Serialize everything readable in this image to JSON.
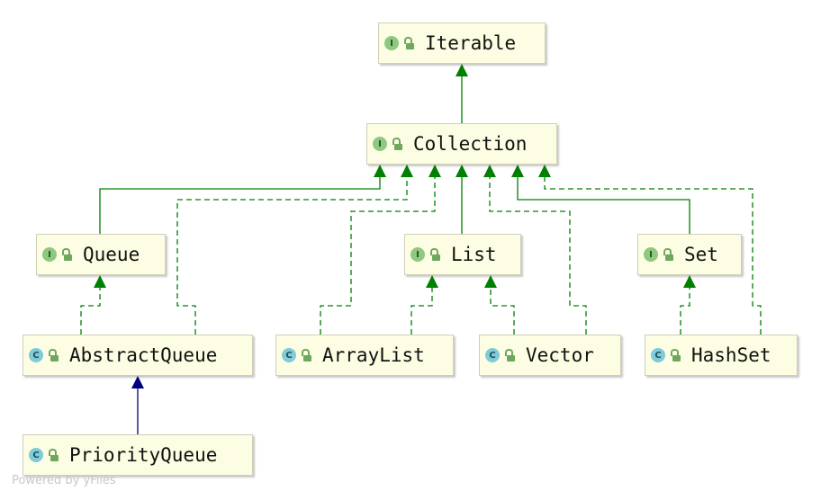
{
  "nodes": {
    "iterable": {
      "label": "Iterable",
      "kind": "I"
    },
    "collection": {
      "label": "Collection",
      "kind": "I"
    },
    "queue": {
      "label": "Queue",
      "kind": "I"
    },
    "list": {
      "label": "List",
      "kind": "I"
    },
    "set": {
      "label": "Set",
      "kind": "I"
    },
    "abstract_queue": {
      "label": "AbstractQueue",
      "kind": "C"
    },
    "array_list": {
      "label": "ArrayList",
      "kind": "C"
    },
    "vector": {
      "label": "Vector",
      "kind": "C"
    },
    "hash_set": {
      "label": "HashSet",
      "kind": "C"
    },
    "priority_queue": {
      "label": "PriorityQueue",
      "kind": "C"
    }
  },
  "edges": [
    {
      "from": "collection",
      "to": "iterable",
      "type": "extends-interface"
    },
    {
      "from": "queue",
      "to": "collection",
      "type": "extends-interface"
    },
    {
      "from": "list",
      "to": "collection",
      "type": "extends-interface"
    },
    {
      "from": "set",
      "to": "collection",
      "type": "extends-interface"
    },
    {
      "from": "abstract_queue",
      "to": "collection",
      "type": "implements"
    },
    {
      "from": "array_list",
      "to": "collection",
      "type": "implements"
    },
    {
      "from": "vector",
      "to": "collection",
      "type": "implements"
    },
    {
      "from": "hash_set",
      "to": "collection",
      "type": "implements"
    },
    {
      "from": "abstract_queue",
      "to": "queue",
      "type": "implements"
    },
    {
      "from": "array_list",
      "to": "list",
      "type": "implements"
    },
    {
      "from": "vector",
      "to": "list",
      "type": "implements"
    },
    {
      "from": "hash_set",
      "to": "set",
      "type": "implements"
    },
    {
      "from": "priority_queue",
      "to": "abstract_queue",
      "type": "extends-class"
    }
  ],
  "colors": {
    "interface_edge": "#008000",
    "class_edge": "#000080",
    "interface_badge": "#8dc97e",
    "class_badge": "#7fcbd8",
    "node_fill": "#fdfde3"
  },
  "watermark": "Powered by yFiles"
}
